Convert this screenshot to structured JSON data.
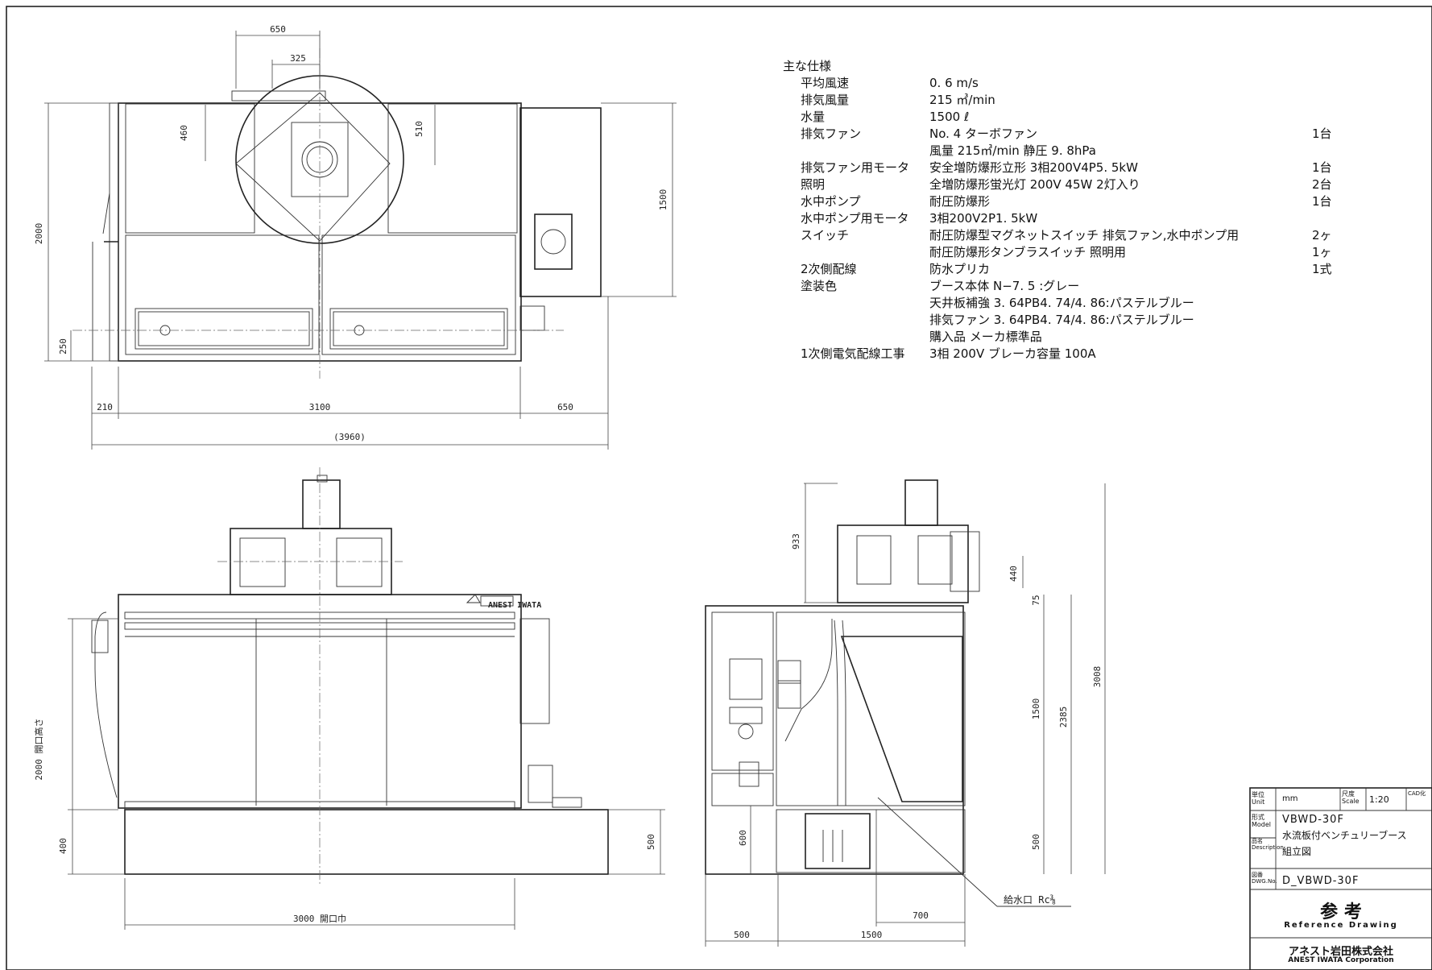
{
  "specs": {
    "heading": "主な仕様",
    "rows": [
      {
        "label": "平均風速",
        "value": "0. 6 m/s",
        "qty": ""
      },
      {
        "label": "排気風量",
        "value": "215 ㎥/min",
        "qty": ""
      },
      {
        "label": "水量",
        "value": "1500 ℓ",
        "qty": ""
      },
      {
        "label": "排気ファン",
        "value": "No. 4 ターボファン",
        "qty": "1台"
      },
      {
        "label": "",
        "value": "風量 215㎥/min 静圧 9. 8hPa",
        "qty": ""
      },
      {
        "label": "排気ファン用モータ",
        "value": "安全増防爆形立形 3相200V4P5. 5kW",
        "qty": "1台"
      },
      {
        "label": "照明",
        "value": "全増防爆形蛍光灯 200V 45W 2灯入り",
        "qty": "2台"
      },
      {
        "label": "水中ポンプ",
        "value": "耐圧防爆形",
        "qty": "1台"
      },
      {
        "label": "水中ポンプ用モータ",
        "value": "3相200V2P1. 5kW",
        "qty": ""
      },
      {
        "label": "スイッチ",
        "value": "耐圧防爆型マグネットスイッチ 排気ファン,水中ポンプ用",
        "qty": "2ヶ"
      },
      {
        "label": "",
        "value": "耐圧防爆形タンブラスイッチ 照明用",
        "qty": "1ヶ"
      },
      {
        "label": "2次側配線",
        "value": "防水プリカ",
        "qty": "1式"
      },
      {
        "label": "塗装色",
        "value": "ブース本体 N−7. 5 :グレー",
        "qty": ""
      },
      {
        "label": "",
        "value": "天井板補強 3. 64PB4. 74/4. 86:パステルブルー",
        "qty": ""
      },
      {
        "label": "",
        "value": "排気ファン 3. 64PB4. 74/4. 86:パステルブルー",
        "qty": ""
      },
      {
        "label": "",
        "value": "購入品 メーカ標準品",
        "qty": ""
      },
      {
        "label": "1次側電気配線工事",
        "value": "3相 200V ブレーカ容量 100A",
        "qty": ""
      }
    ]
  },
  "dims": {
    "top_650": "650",
    "top_325": "325",
    "top_460": "460",
    "top_510": "510",
    "top_2000": "2000",
    "top_1500": "1500",
    "top_250": "250",
    "top_210": "210",
    "top_3100": "3100",
    "top_650b": "650",
    "top_3960": "(3960)",
    "front_2000": "2000 開口高さ",
    "front_400": "400",
    "front_500": "500",
    "front_3000": "3000 開口巾",
    "side_933": "933",
    "side_440": "440",
    "side_75": "75",
    "side_3008": "3008",
    "side_2385": "2385",
    "side_1500": "1500",
    "side_500": "500",
    "side_600": "600",
    "side_700": "700",
    "side_500b": "500",
    "side_1500b": "1500",
    "water_inlet": "給水口 Rc⅜",
    "logo": "ANEST IWATA"
  },
  "title_block": {
    "unit_label": "単位 Unit",
    "unit": "mm",
    "scale_label": "尺度 Scale",
    "scale": "1:20",
    "cad_label": "CAD化",
    "model_label": "形式 Model",
    "model": "VBWD-30F",
    "desc_label": "品名 Description",
    "desc1": "水流板付ベンチュリーブース",
    "desc2": "組立図",
    "dwg_label": "図番 DWG.No.",
    "dwg": "D_VBWD-30F",
    "ref_jp": "参 考",
    "ref_en": "Reference Drawing",
    "company_jp": "アネスト岩田株式会社",
    "company_en": "ANEST IWATA Corporation"
  }
}
